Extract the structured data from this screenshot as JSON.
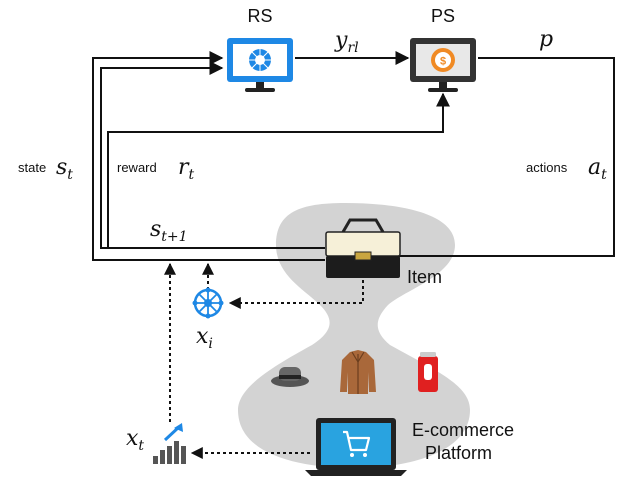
{
  "nodes": {
    "rs": {
      "label": "RS",
      "icon": "neural-network-monitor-icon"
    },
    "ps": {
      "label": "PS",
      "icon": "dollar-monitor-icon"
    },
    "item": {
      "label": "Item",
      "icon": "handbag-icon"
    },
    "platform": {
      "label_line1": "E-commerce",
      "label_line2": "Platform",
      "icon": "shopping-cart-laptop-icon"
    },
    "products": {
      "icons": [
        "hat-icon",
        "coat-icon",
        "soda-can-icon"
      ]
    },
    "item_feature": {
      "icon": "network-icon"
    },
    "trend": {
      "icon": "bar-chart-trend-icon"
    }
  },
  "edges": {
    "y_rl": {
      "symbol": "y",
      "subscript": "rl"
    },
    "p": {
      "symbol": "p"
    },
    "state": {
      "word": "state",
      "symbol": "s",
      "subscript": "t"
    },
    "reward": {
      "word": "reward",
      "symbol": "r",
      "subscript": "t"
    },
    "actions": {
      "word": "actions",
      "symbol": "a",
      "subscript": "t"
    },
    "next_state": {
      "symbol": "s",
      "subscript": "t+1"
    },
    "x_i": {
      "symbol": "x",
      "subscript": "i"
    },
    "x_t": {
      "symbol": "x",
      "subscript": "t"
    }
  },
  "colors": {
    "blob": "#d3d3d3",
    "monitor_blue": "#1e88e5",
    "monitor_stand": "#222222",
    "dollar_orange": "#f08a24",
    "laptop_screen": "#29a3e0",
    "trend_arrow": "#1e88e5",
    "line": "#111111"
  }
}
